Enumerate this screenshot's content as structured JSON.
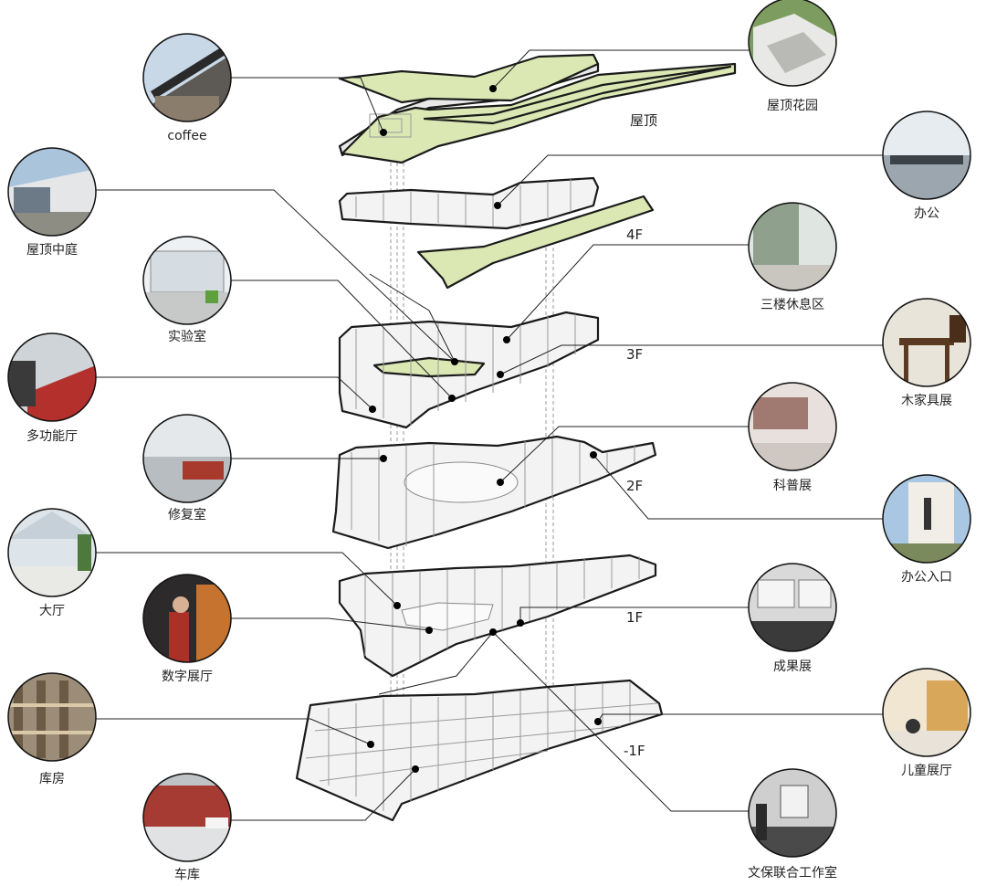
{
  "floors": {
    "roof": "屋顶",
    "f4": "4F",
    "f3": "3F",
    "f2": "2F",
    "f1": "1F",
    "b1": "-1F"
  },
  "spaces": {
    "coffee": "coffee",
    "roof_garden": "屋顶花园",
    "roof_courtyard": "屋顶中庭",
    "office": "办公",
    "lab": "实验室",
    "lounge_3f": "三楼休息区",
    "multi_hall": "多功能厅",
    "furniture_exhibit": "木家具展",
    "restoration": "修复室",
    "science_exhibit": "科普展",
    "office_entrance": "办公入口",
    "lobby": "大厅",
    "digital_hall": "数字展厅",
    "results_exhibit": "成果展",
    "storage": "库房",
    "kids_hall": "儿童展厅",
    "garage": "车库",
    "heritage_studio": "文保联合工作室"
  },
  "colors": {
    "green_roof": "#dbe8b4",
    "slab": "#f6f6f6",
    "slab_edge": "#ffffff",
    "outline": "#1a1a1a"
  }
}
